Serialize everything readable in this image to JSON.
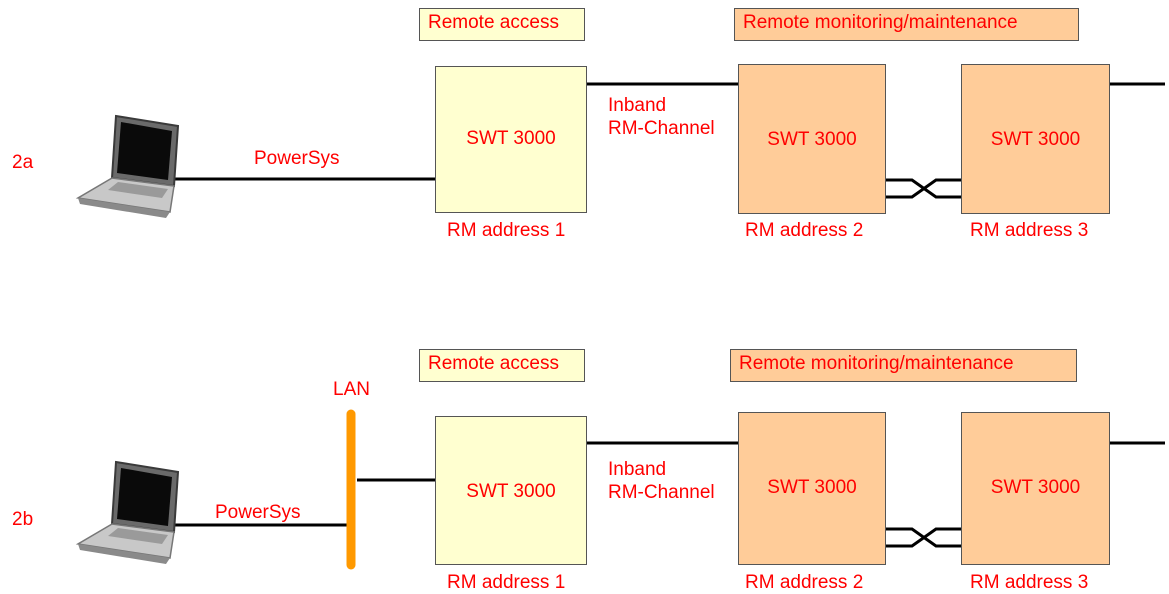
{
  "colors": {
    "text": "#ff0000",
    "remote_access_fill": "#ffffd0",
    "remote_monitoring_fill": "#ffcc99",
    "line": "#000000",
    "lan_bus": "#ff9900"
  },
  "scenarios": [
    {
      "id": "2a",
      "link_label": "PowerSys",
      "uses_lan": false,
      "remote_access_label": "Remote access",
      "remote_monitoring_label": "Remote monitoring/maintenance",
      "channel_label_line1": "Inband",
      "channel_label_line2": "RM-Channel",
      "devices": [
        {
          "name": "SWT 3000",
          "address": "RM address 1"
        },
        {
          "name": "SWT 3000",
          "address": "RM address 2"
        },
        {
          "name": "SWT 3000",
          "address": "RM address 3"
        }
      ],
      "icons": [
        "laptop-icon"
      ]
    },
    {
      "id": "2b",
      "link_label": "PowerSys",
      "uses_lan": true,
      "lan_label": "LAN",
      "remote_access_label": "Remote access",
      "remote_monitoring_label": "Remote monitoring/maintenance",
      "channel_label_line1": "Inband",
      "channel_label_line2": "RM-Channel",
      "devices": [
        {
          "name": "SWT 3000",
          "address": "RM address 1"
        },
        {
          "name": "SWT 3000",
          "address": "RM address 2"
        },
        {
          "name": "SWT 3000",
          "address": "RM address 3"
        }
      ],
      "icons": [
        "laptop-icon"
      ]
    }
  ]
}
